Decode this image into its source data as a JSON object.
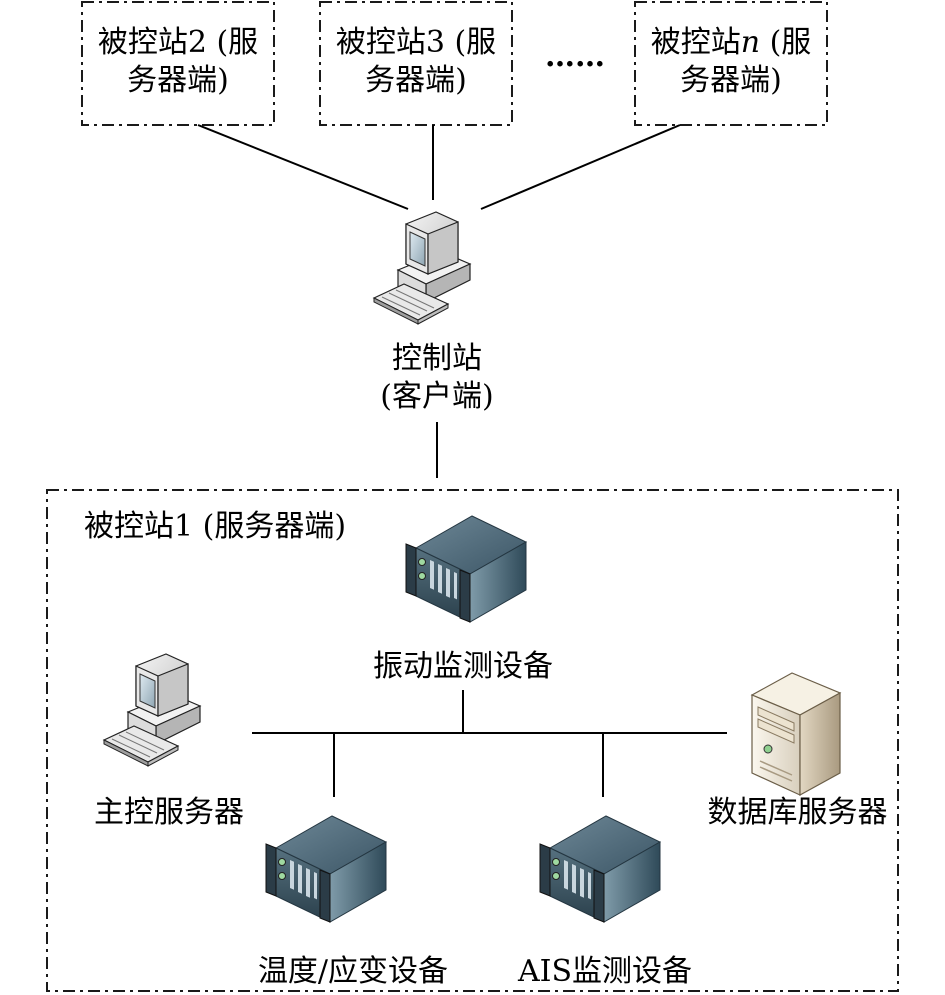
{
  "remote_stations": [
    {
      "line1_pre": "被控站2 (",
      "line1_it": "",
      "line1_post": "服",
      "line2": "务器端)"
    },
    {
      "line1_pre": "被控站3 (",
      "line1_it": "",
      "line1_post": "服",
      "line2": "务器端)"
    },
    {
      "line1_pre": "被控站",
      "line1_it": "n",
      "line1_post": " (服",
      "line2": "务器端)"
    }
  ],
  "ellipsis": "……",
  "control_station": {
    "line1": "控制站",
    "line2": "(客户端)"
  },
  "local_station": {
    "title": "被控站1 (服务器端)",
    "vibration": "振动监测设备",
    "master": "主控服务器",
    "database": "数据库服务器",
    "temperature": "温度/应变设备",
    "ais": "AIS监测设备"
  }
}
